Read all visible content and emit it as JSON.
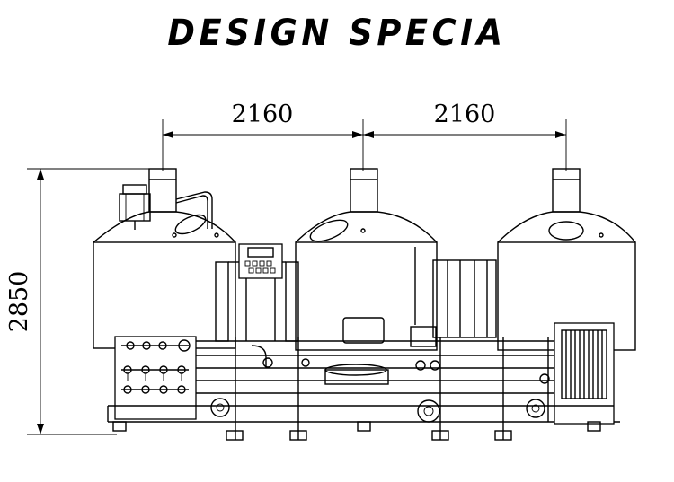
{
  "title": "DESIGN SPECIA",
  "dimensions": {
    "width_left": "2160",
    "width_right": "2160",
    "height": "2850"
  }
}
